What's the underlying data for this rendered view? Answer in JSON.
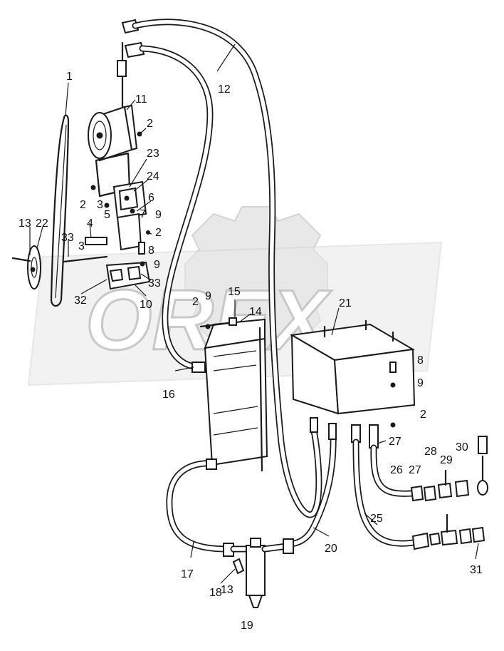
{
  "watermark": "OREX",
  "callouts": [
    "1",
    "2",
    "2",
    "2",
    "2",
    "2",
    "3",
    "3",
    "4",
    "5",
    "6",
    "7",
    "8",
    "8",
    "9",
    "9",
    "9",
    "9",
    "10",
    "11",
    "12",
    "13",
    "13",
    "14",
    "15",
    "16",
    "17",
    "18",
    "19",
    "20",
    "21",
    "22",
    "23",
    "24",
    "25",
    "26",
    "27",
    "27",
    "28",
    "29",
    "30",
    "31",
    "32",
    "33",
    "33"
  ]
}
